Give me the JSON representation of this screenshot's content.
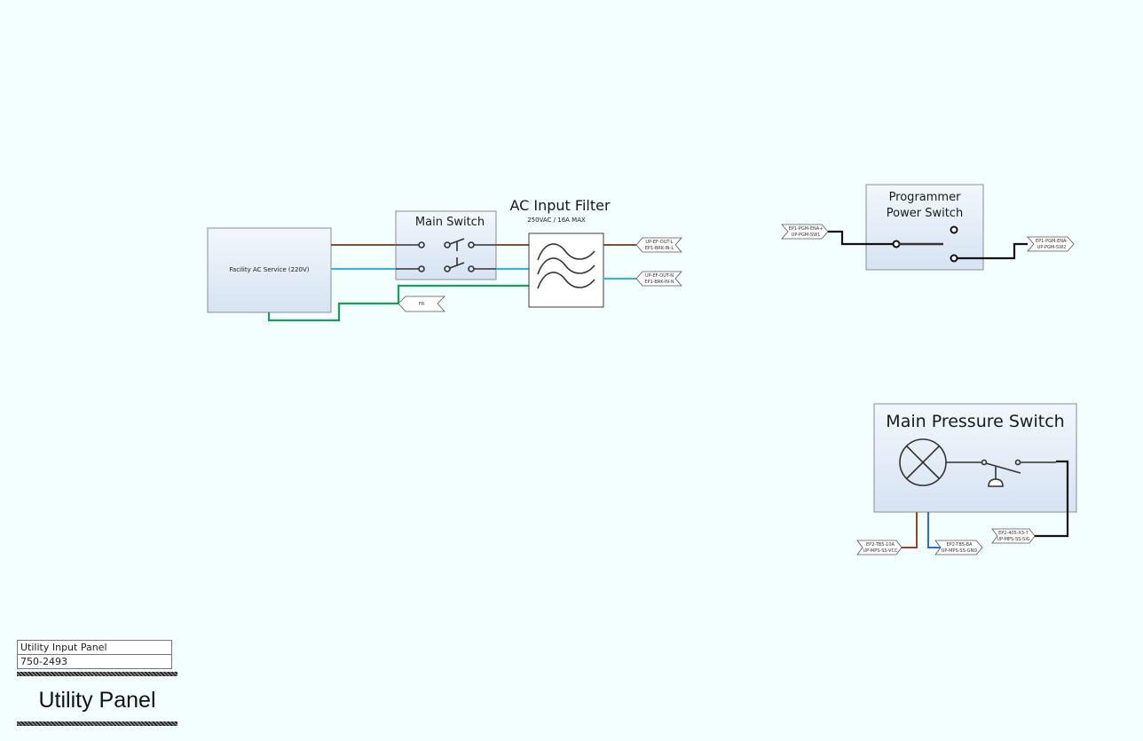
{
  "diagram": {
    "facility_box": {
      "label": "Facility AC Service (220V)"
    },
    "main_switch": {
      "title": "Main Switch"
    },
    "ac_filter": {
      "title": "AC Input Filter",
      "rating": "250VAC / 16A MAX"
    },
    "connectors": {
      "fr": "FR",
      "filter_out_l": [
        "UP-EF-OUT-L",
        "EP1-BRK-IN-L"
      ],
      "filter_out_n": [
        "UP-EF-OUT-N",
        "EP1-BRK-IN-N"
      ],
      "pgm_in": [
        "EP1-PGM-ENA+",
        "UP-PGM-SW1"
      ],
      "pgm_out": [
        "EP1-PGM-ENA-",
        "UP-PGM-SW2"
      ],
      "mps_vcc": [
        "EP2-TB5-10A",
        "UP-MPS-SS-VCC"
      ],
      "mps_gnd": [
        "EP2-TB5-8A",
        "UP-MPS-SS-GND"
      ],
      "mps_sig": [
        "EP2-405-X3-7",
        "UP-MPS-SS-SIG"
      ]
    },
    "programmer_switch": {
      "title_line1": "Programmer",
      "title_line2": "Power Switch"
    },
    "pressure_switch": {
      "title": "Main Pressure Switch"
    },
    "wire_colors": {
      "line": "#8b4a2b",
      "neutral": "#2ab8d9",
      "ground": "#1a9c5c",
      "signal": "#111111",
      "gnd_blue": "#2a6fd6"
    }
  },
  "title_block": {
    "name": "Utility Input Panel",
    "number": "750-2493",
    "title": "Utility Panel"
  }
}
